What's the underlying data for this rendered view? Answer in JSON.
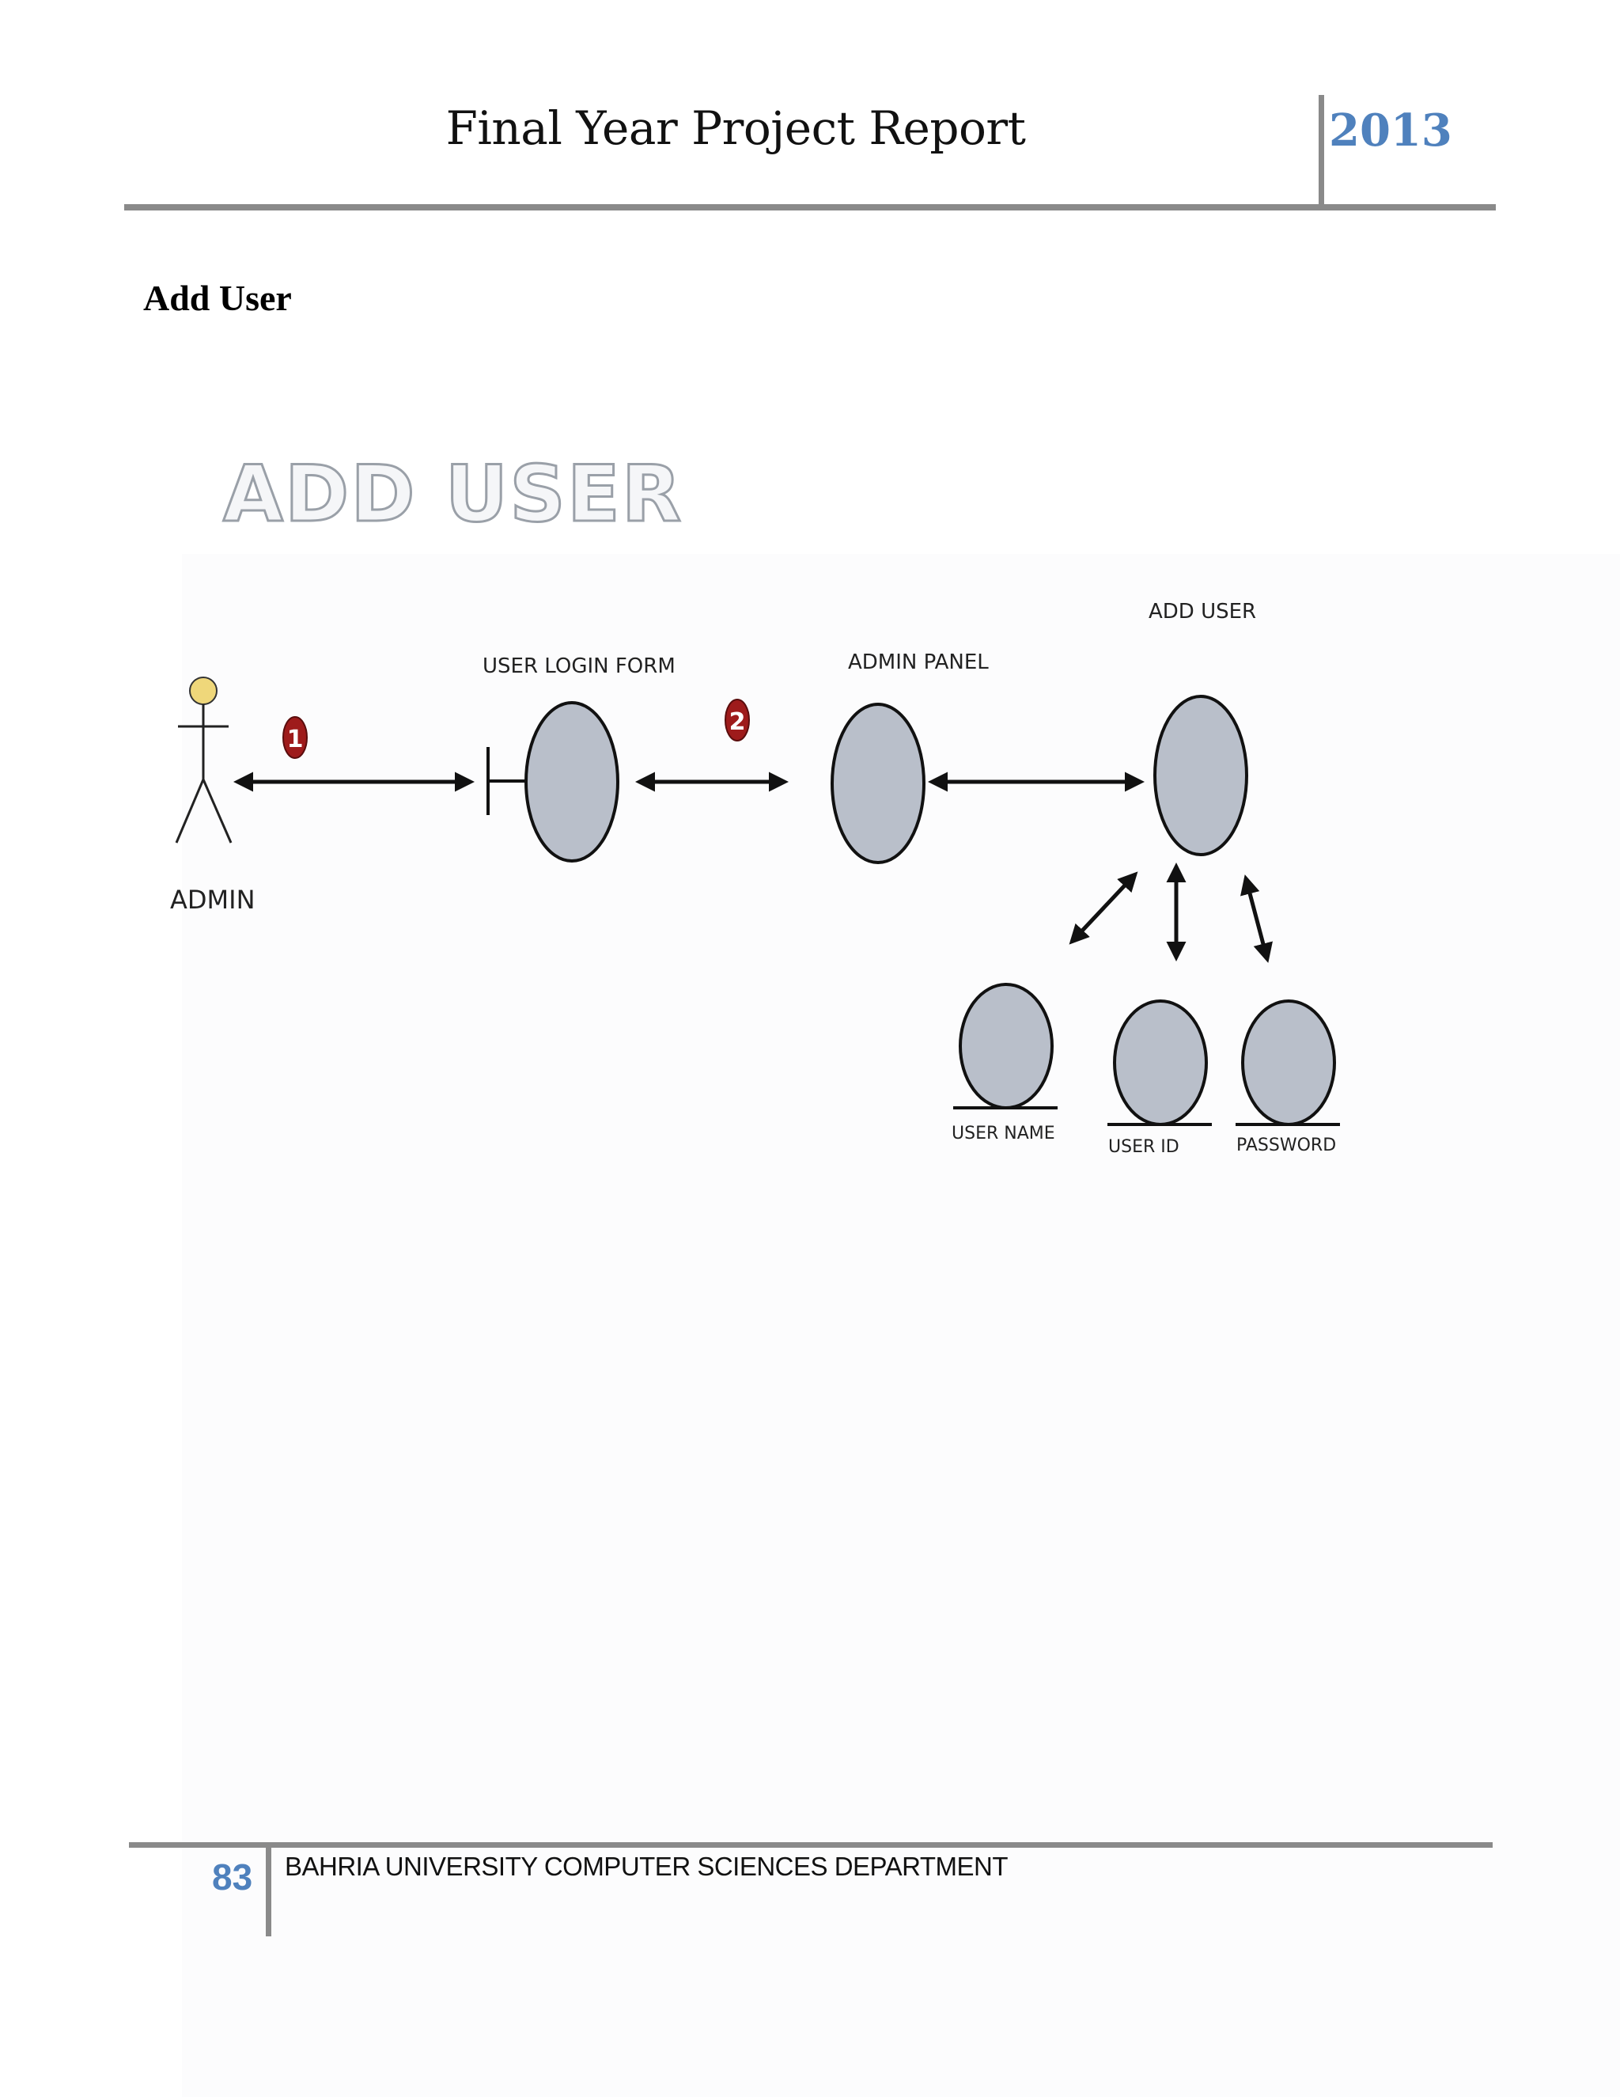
{
  "header": {
    "title": "Final Year Project Report",
    "year": "2013"
  },
  "section_heading": "Add User",
  "diagram": {
    "banner": "ADD USER",
    "actor_label": "ADMIN",
    "step_1": "1",
    "step_2": "2",
    "node_login_form": "USER LOGIN FORM",
    "node_admin_panel": "ADMIN PANEL",
    "node_add_user": "ADD USER",
    "entity_user_name": "USER NAME",
    "entity_user_id": "USER ID",
    "entity_password": "PASSWORD",
    "colors": {
      "node_fill": "#b9bfca",
      "stroke": "#111111",
      "actor_head": "#efd77a",
      "step_badge": "#9e1b1b",
      "year_accent": "#4f81bd"
    }
  },
  "footer": {
    "page_number": "83",
    "department": "BAHRIA UNIVERSITY COMPUTER SCIENCES DEPARTMENT"
  }
}
